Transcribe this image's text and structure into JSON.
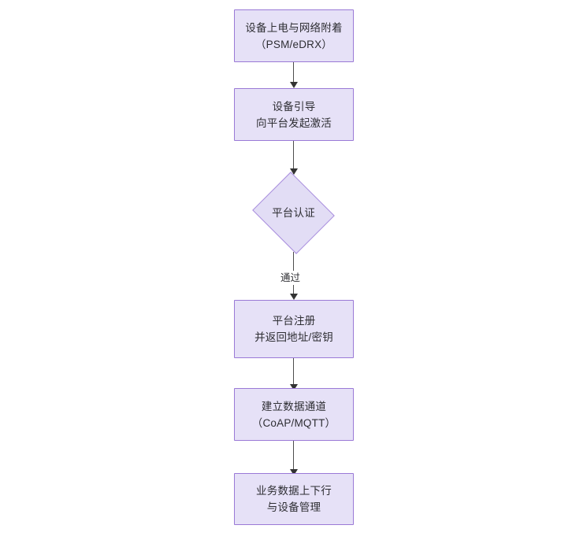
{
  "diagram": {
    "type": "flowchart",
    "orientation": "top-to-bottom",
    "theme": {
      "node_fill": "#e6e1f7",
      "node_border": "#9a79d6",
      "decision_fill": "#e2ddf5",
      "decision_border": "#a98ede",
      "edge_color": "#4d4d4d",
      "text_color": "#2e2e33",
      "background": "#ffffff"
    },
    "nodes": [
      {
        "id": "n1",
        "shape": "rectangle",
        "label": "设备上电与网络附着\n（PSM/eDRX）"
      },
      {
        "id": "n2",
        "shape": "rectangle",
        "label": "设备引导\n向平台发起激活"
      },
      {
        "id": "n3",
        "shape": "diamond",
        "label": "平台认证"
      },
      {
        "id": "n4",
        "shape": "rectangle",
        "label": "平台注册\n并返回地址/密钥"
      },
      {
        "id": "n5",
        "shape": "rectangle",
        "label": "建立数据通道\n（CoAP/MQTT）"
      },
      {
        "id": "n6",
        "shape": "rectangle",
        "label": "业务数据上下行\n与设备管理"
      }
    ],
    "edges": [
      {
        "id": "e1",
        "from": "n1",
        "to": "n2",
        "label": ""
      },
      {
        "id": "e2",
        "from": "n2",
        "to": "n3",
        "label": ""
      },
      {
        "id": "e3",
        "from": "n3",
        "to": "n4",
        "label": "通过"
      },
      {
        "id": "e4",
        "from": "n4",
        "to": "n5",
        "label": ""
      },
      {
        "id": "e5",
        "from": "n5",
        "to": "n6",
        "label": ""
      }
    ]
  }
}
